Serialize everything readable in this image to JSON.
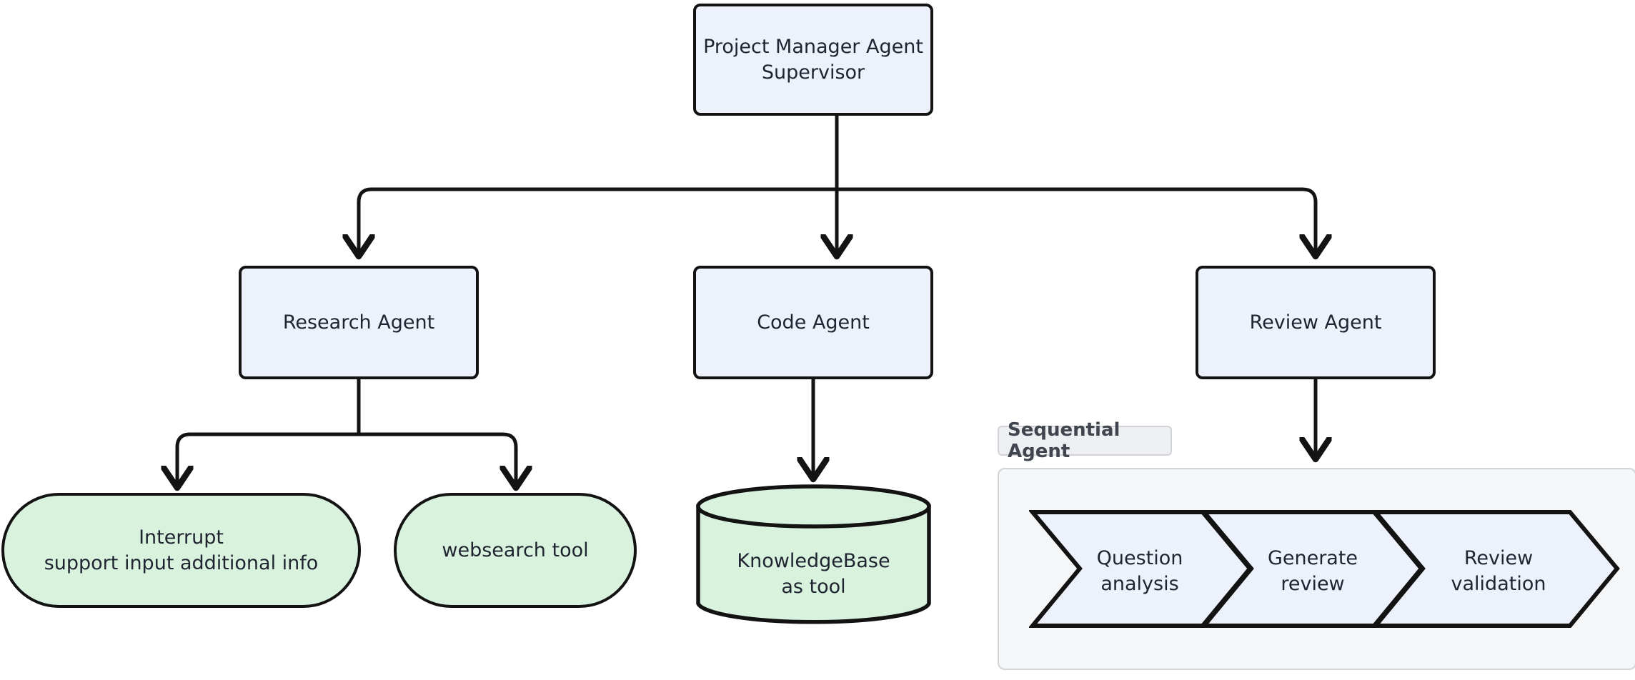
{
  "diagram": {
    "title": "Project Manager Agent Supervisor hierarchy",
    "colors": {
      "agent_fill": "#ECF1FC",
      "tool_fill": "#D8F2DE",
      "node_stroke": "#131313",
      "subgraph_fill": "#F5F6F8",
      "subgraph_border": "#D2D4D8",
      "subgraph_label_fill": "#EDEFF2",
      "text": "#1f2430",
      "edge": "#131313"
    },
    "nodes": {
      "supervisor": {
        "label": "Project Manager Agent\nSupervisor",
        "shape": "rect"
      },
      "research_agent": {
        "label": "Research Agent",
        "shape": "rect"
      },
      "code_agent": {
        "label": "Code Agent",
        "shape": "rect"
      },
      "review_agent": {
        "label": "Review Agent",
        "shape": "rect"
      },
      "interrupt_tool": {
        "label": "Interrupt\nsupport input additional info",
        "shape": "stadium"
      },
      "websearch_tool": {
        "label": "websearch tool",
        "shape": "stadium"
      },
      "knowledgebase": {
        "label": "KnowledgeBase\nas tool",
        "shape": "cylinder"
      }
    },
    "subgraph": {
      "label": "Sequential Agent",
      "steps": [
        {
          "label": "Question\nanalysis",
          "shape": "chevron"
        },
        {
          "label": "Generate\nreview",
          "shape": "chevron"
        },
        {
          "label": "Review\nvalidation",
          "shape": "chevron"
        }
      ]
    },
    "edges": [
      {
        "from": "supervisor",
        "to": "research_agent"
      },
      {
        "from": "supervisor",
        "to": "code_agent"
      },
      {
        "from": "supervisor",
        "to": "review_agent"
      },
      {
        "from": "research_agent",
        "to": "interrupt_tool"
      },
      {
        "from": "research_agent",
        "to": "websearch_tool"
      },
      {
        "from": "code_agent",
        "to": "knowledgebase"
      },
      {
        "from": "review_agent",
        "to": "subgraph"
      }
    ]
  }
}
